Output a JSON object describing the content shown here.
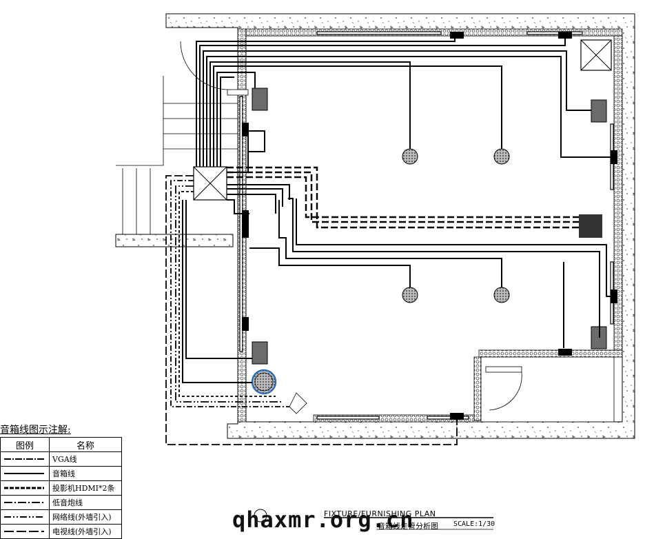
{
  "legend": {
    "title": "音箱线图示注解:",
    "header_symbol": "图例",
    "header_name": "名称",
    "rows": [
      {
        "name": "VGA线",
        "style": "vga"
      },
      {
        "name": "音箱线",
        "style": "speaker"
      },
      {
        "name": "投影机HDMI*2条",
        "style": "hdmi"
      },
      {
        "name": "低音炮线",
        "style": "sub"
      },
      {
        "name": "网络线(外墙引入)",
        "style": "net"
      },
      {
        "name": "电视线(外墙引入)",
        "style": "tv"
      }
    ]
  },
  "title_block": {
    "watermark": "qhaxmr.org.cn",
    "plan_title": "FIXTURE/FURNISHING PLAN",
    "plan_subtitle": "音箱线走管分析图",
    "scale": "SCALE:1/30"
  },
  "colors": {
    "line": "#000000",
    "wall_fill": "#ffffff",
    "speaker_fill": "#6b6b6b",
    "subwoofer_fill": "#333333",
    "ceiling_speaker_fill": "#c8c8c8",
    "highlight_ring": "#2e6fb5"
  }
}
